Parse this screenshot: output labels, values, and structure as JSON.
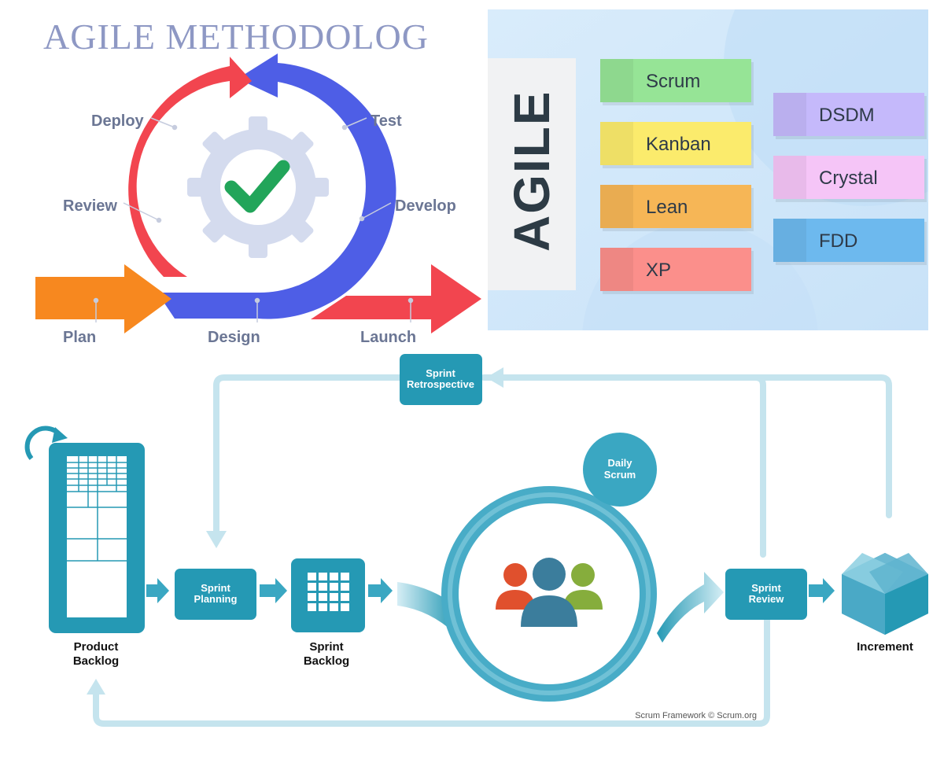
{
  "methodology": {
    "title": "AGILE METHODOLOG",
    "stages": [
      "Deploy",
      "Test",
      "Review",
      "Develop",
      "Plan",
      "Design",
      "Launch"
    ],
    "colors": {
      "red": "#f2454f",
      "blue": "#4e5ee6",
      "orange": "#f7881f",
      "gear": "#d4dbee",
      "check": "#22a55a"
    }
  },
  "frameworks": {
    "heading": "AGILE",
    "notes": [
      {
        "label": "Scrum",
        "color": "#96e496"
      },
      {
        "label": "Kanban",
        "color": "#fbeb6c"
      },
      {
        "label": "Lean",
        "color": "#f6b656"
      },
      {
        "label": "XP",
        "color": "#fb8f8b"
      },
      {
        "label": "DSDM",
        "color": "#c5b9fb"
      },
      {
        "label": "Crystal",
        "color": "#f5c5f7"
      },
      {
        "label": "FDD",
        "color": "#6db9ee"
      }
    ]
  },
  "scrum": {
    "sprint_retrospective": [
      "Sprint",
      "Retrospective"
    ],
    "daily_scrum": [
      "Daily",
      "Scrum"
    ],
    "sprint_planning": [
      "Sprint",
      "Planning"
    ],
    "sprint_review": [
      "Sprint",
      "Review"
    ],
    "product_backlog": [
      "Product",
      "Backlog"
    ],
    "sprint_backlog": [
      "Sprint",
      "Backlog"
    ],
    "increment": "Increment",
    "credit": "Scrum Framework © Scrum.org",
    "colors": {
      "teal": "#2599b4",
      "light": "#bfe3ee"
    }
  }
}
